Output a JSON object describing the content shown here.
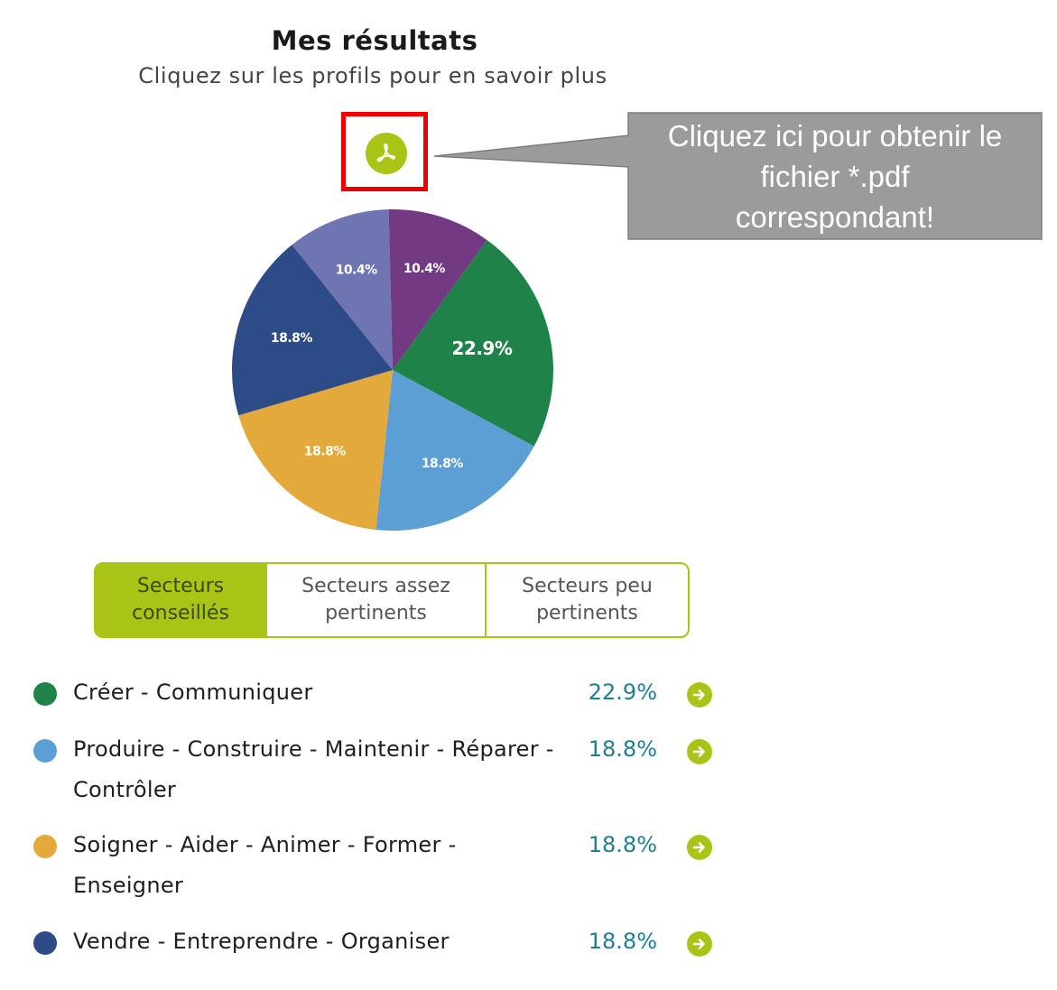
{
  "header": {
    "title": "Mes résultats",
    "subtitle": "Cliquez sur les profils pour en savoir plus"
  },
  "pdf_button": {
    "icon": "acrobat-pdf-icon",
    "color": "#a9c417"
  },
  "callout": {
    "text": "Cliquez ici pour obtenir le\nfichier *.pdf\ncorrespondant!",
    "background": "#9b9b9b"
  },
  "tabs": [
    {
      "label": "Secteurs\nconseillés",
      "active": true
    },
    {
      "label": "Secteurs assez\npertinents",
      "active": false
    },
    {
      "label": "Secteurs peu\npertinents",
      "active": false
    }
  ],
  "profiles": [
    {
      "label": "Créer - Communiquer",
      "value": "22.9%",
      "color": "#1f8349"
    },
    {
      "label": "Produire - Construire - Maintenir - Réparer -\nContrôler",
      "value": "18.8%",
      "color": "#5b9fd4"
    },
    {
      "label": "Soigner - Aider - Animer - Former -\nEnseigner",
      "value": "18.8%",
      "color": "#e3a93b"
    },
    {
      "label": "Vendre - Entreprendre - Organiser",
      "value": "18.8%",
      "color": "#2c4b87"
    }
  ],
  "chart_data": {
    "type": "pie",
    "start_angle_deg": -54,
    "slices": [
      {
        "value": 22.9,
        "label": "22.9%",
        "color": "#1f8349"
      },
      {
        "value": 18.8,
        "label": "18.8%",
        "color": "#5b9fd4"
      },
      {
        "value": 18.8,
        "label": "18.8%",
        "color": "#e3a93b"
      },
      {
        "value": 18.8,
        "label": "18.8%",
        "color": "#2c4b87"
      },
      {
        "value": 10.4,
        "label": "10.4%",
        "color": "#6f74b2"
      },
      {
        "value": 10.4,
        "label": "10.4%",
        "color": "#733a84"
      }
    ]
  }
}
